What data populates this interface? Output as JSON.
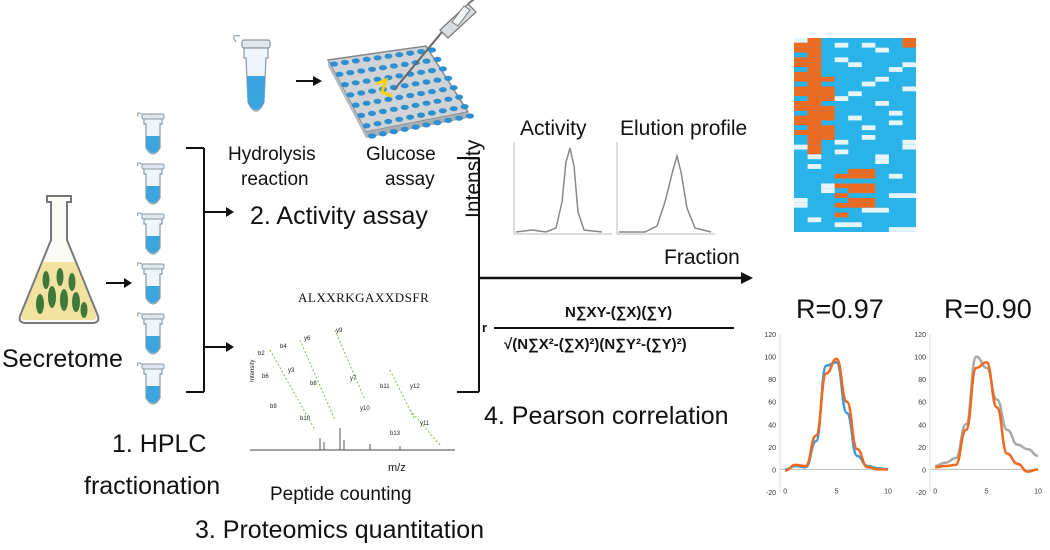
{
  "labels": {
    "secretome": "Secretome",
    "hplc_line1": "1. HPLC",
    "hplc_line2": "fractionation",
    "hydrolysis_line1": "Hydrolysis",
    "hydrolysis_line2": "reaction",
    "glucose_line1": "Glucose",
    "glucose_line2": "assay",
    "activity_assay": "2. Activity assay",
    "peptide_counting": "Peptide counting",
    "proteomics": "3. Proteomics quantitation",
    "intensity": "Intensity",
    "activity": "Activity",
    "elution_profile": "Elution profile",
    "fraction": "Fraction",
    "pearson": "4. Pearson correlation",
    "spectrum_x": "m/z",
    "peptide_sequence": "ALXXRKGAXXDSFR"
  },
  "formula": {
    "r": "r",
    "numerator": "N∑XY-(∑X)(∑Y)",
    "denominator": "√(N∑X²-(∑X)²)(N∑Y²-(∑Y)²)"
  },
  "colors": {
    "orange": "#ee6a1f",
    "blue": "#3c9be0",
    "gray": "#a9a9a9",
    "heatmap_base": "#29b3e8"
  },
  "chart_data": [
    {
      "type": "line",
      "title": "R=0.97",
      "xlabel": "",
      "ylabel": "",
      "xlim": [
        -0.5,
        10
      ],
      "ylim": [
        -20,
        120
      ],
      "xticks": [
        "0",
        "5",
        "10"
      ],
      "yticks": [
        "120",
        "100",
        "80",
        "60",
        "40",
        "20",
        "0",
        "-20"
      ],
      "series": [
        {
          "color": "#ee6a1f",
          "x": [
            0,
            1,
            2,
            3,
            4,
            5,
            6,
            7,
            8,
            9,
            10
          ],
          "y": [
            -1,
            4,
            3,
            30,
            85,
            98,
            60,
            18,
            2,
            0,
            0
          ]
        },
        {
          "color": "#3c9be0",
          "x": [
            0,
            1,
            2,
            3,
            4,
            5,
            6,
            7,
            8,
            9,
            10
          ],
          "y": [
            0,
            3,
            2,
            25,
            92,
            95,
            50,
            12,
            3,
            1,
            0
          ]
        }
      ]
    },
    {
      "type": "line",
      "title": "R=0.90",
      "xlabel": "",
      "ylabel": "",
      "xlim": [
        -0.5,
        10
      ],
      "ylim": [
        -20,
        120
      ],
      "xticks": [
        "0",
        "5",
        "10"
      ],
      "yticks": [
        "120",
        "100",
        "80",
        "60",
        "40",
        "20",
        "0",
        "-20"
      ],
      "series": [
        {
          "color": "#ee6a1f",
          "x": [
            0,
            1,
            2,
            3,
            4,
            5,
            6,
            7,
            8,
            9,
            10
          ],
          "y": [
            2,
            3,
            4,
            35,
            90,
            95,
            55,
            14,
            5,
            -2,
            0
          ]
        },
        {
          "color": "#a9a9a9",
          "x": [
            0,
            1,
            2,
            3,
            4,
            5,
            6,
            7,
            8,
            9,
            10
          ],
          "y": [
            3,
            6,
            10,
            40,
            100,
            90,
            62,
            35,
            22,
            18,
            12
          ]
        }
      ]
    }
  ]
}
